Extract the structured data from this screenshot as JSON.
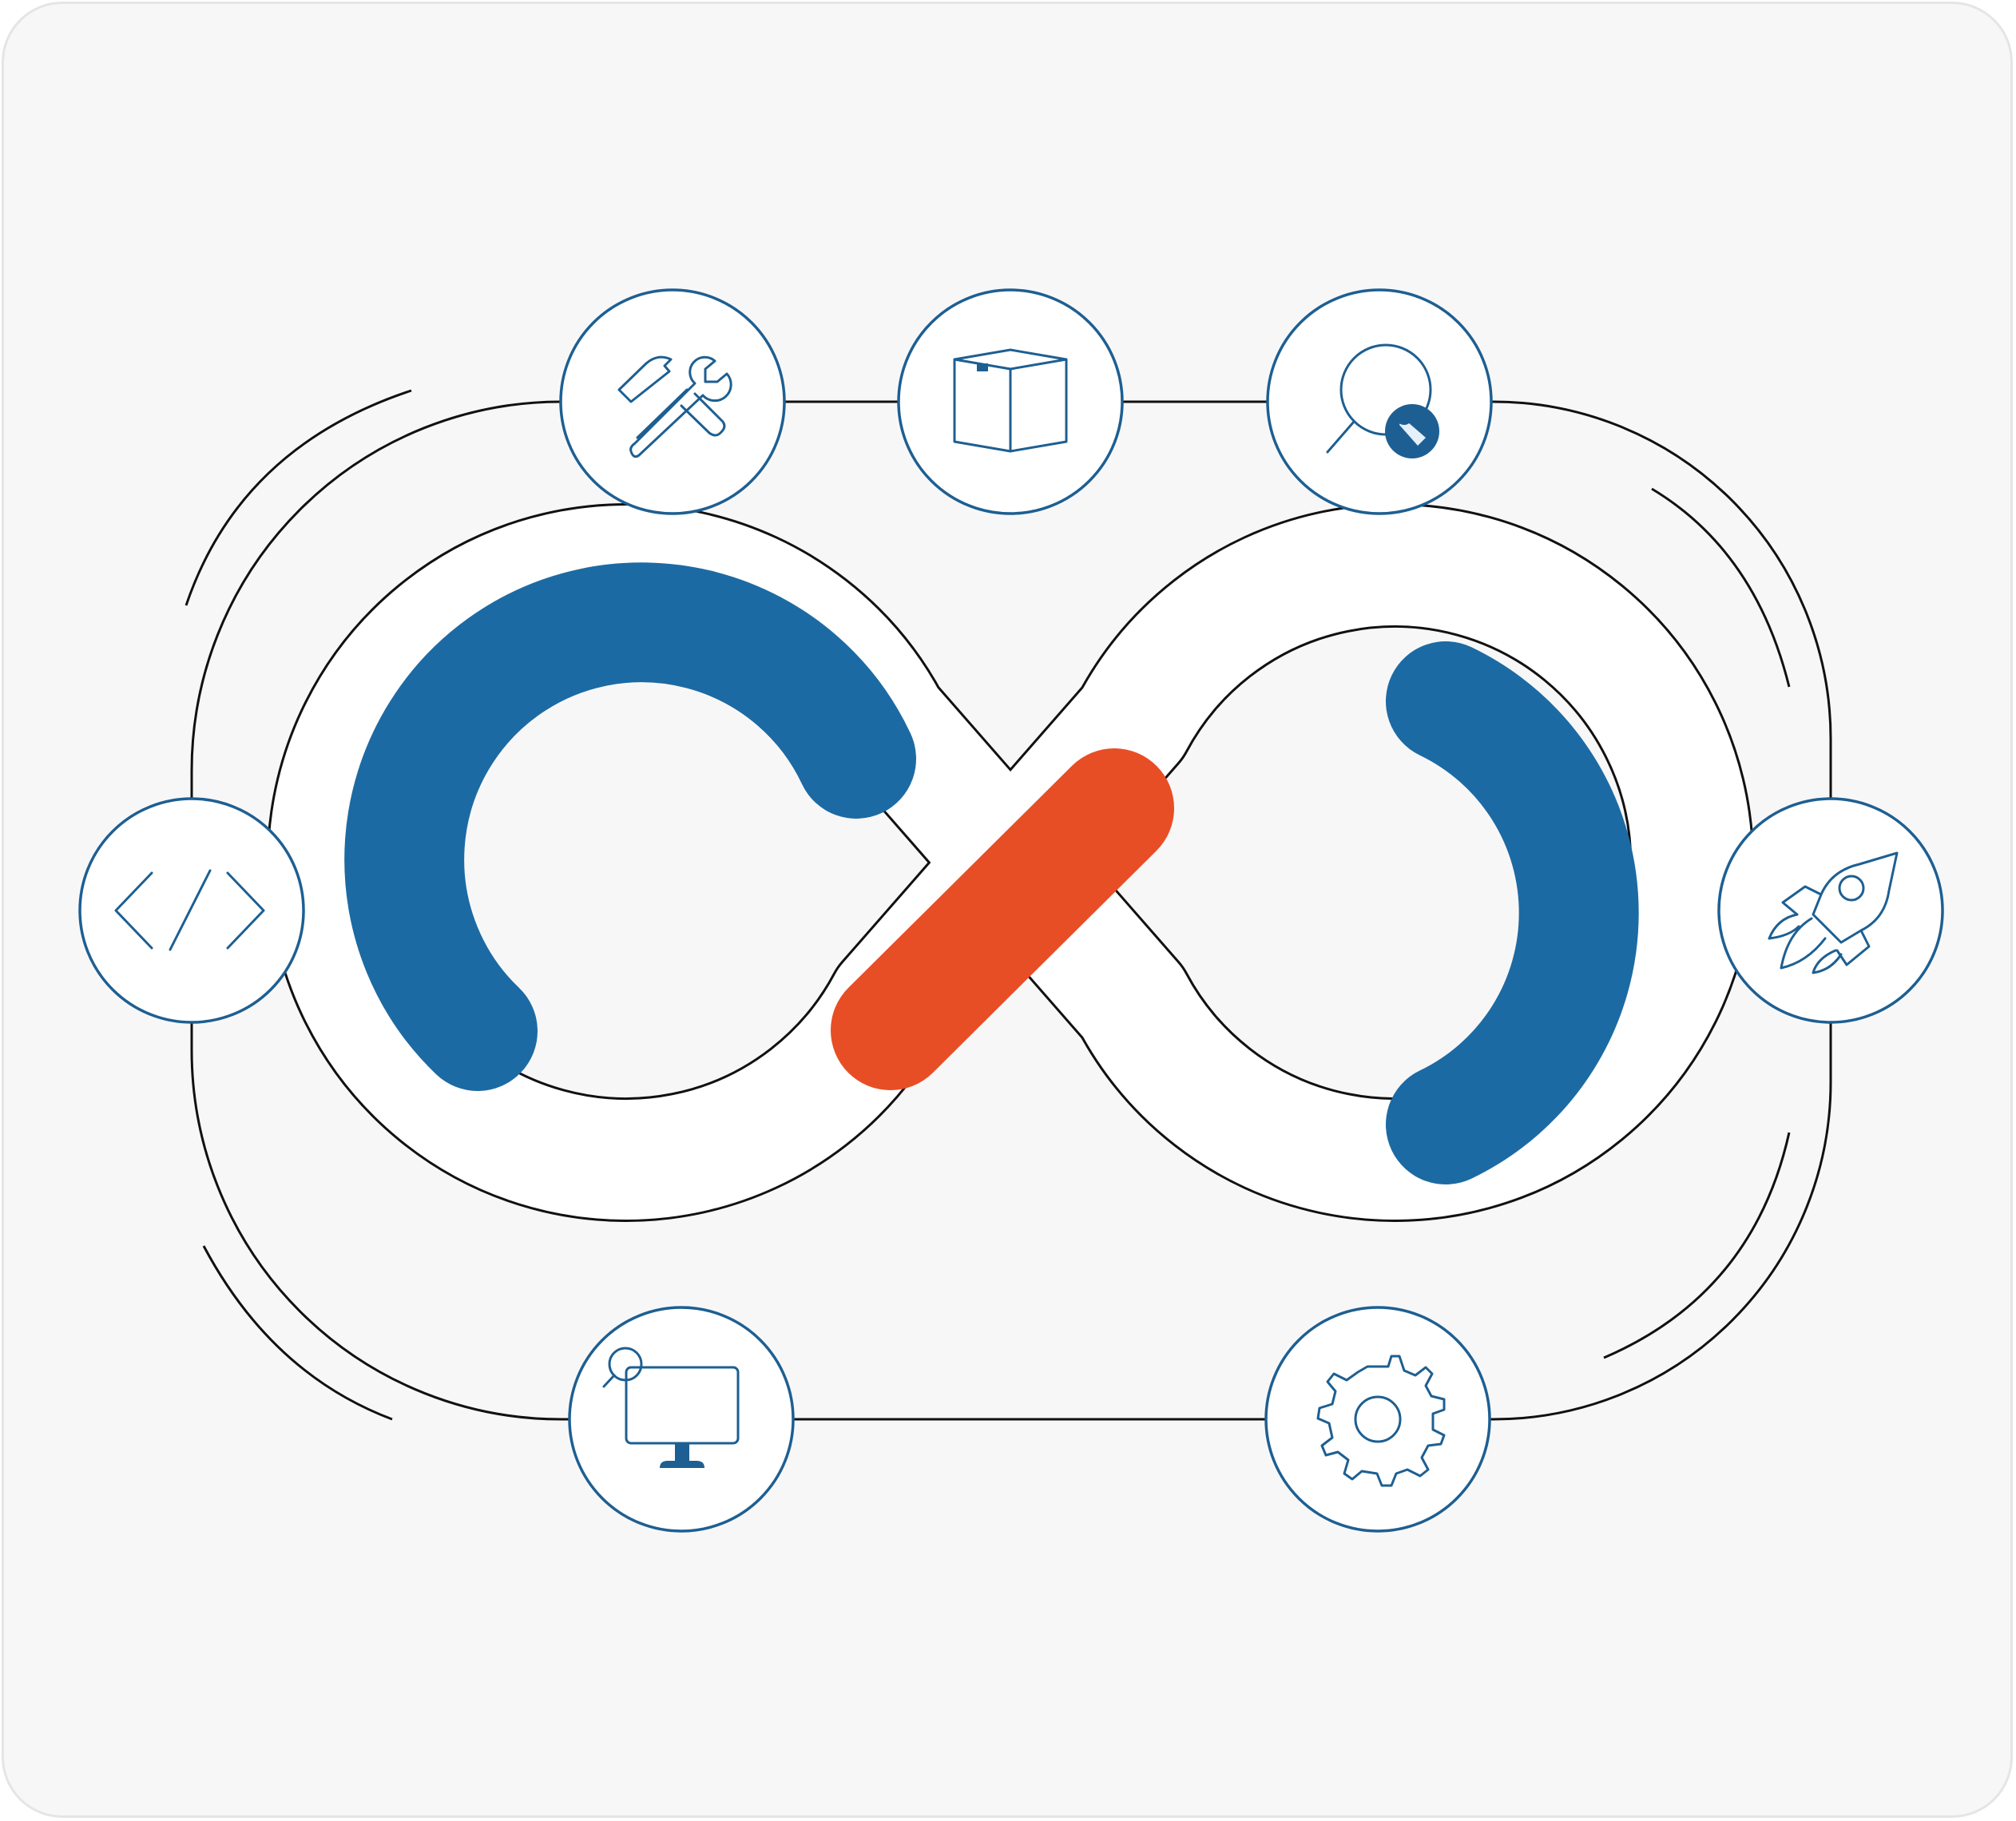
{
  "colors": {
    "background": "#f8f7f8",
    "card_border": "#e6e4e6",
    "accent_blue": "#1c6aa3",
    "accent_orange": "#e84e25",
    "icon_stroke": "#1d5f92",
    "outline": "#111111",
    "band_fill": "#ffffff"
  },
  "nodes": [
    {
      "id": "code",
      "icon": "code-icon"
    },
    {
      "id": "build",
      "icon": "tools-icon"
    },
    {
      "id": "package",
      "icon": "package-box-icon"
    },
    {
      "id": "test",
      "icon": "magnifier-bug-icon"
    },
    {
      "id": "release",
      "icon": "rocket-icon"
    },
    {
      "id": "operate",
      "icon": "gear-icon"
    },
    {
      "id": "monitor",
      "icon": "monitor-search-icon"
    }
  ],
  "center": {
    "icon": "infinity-loop"
  }
}
